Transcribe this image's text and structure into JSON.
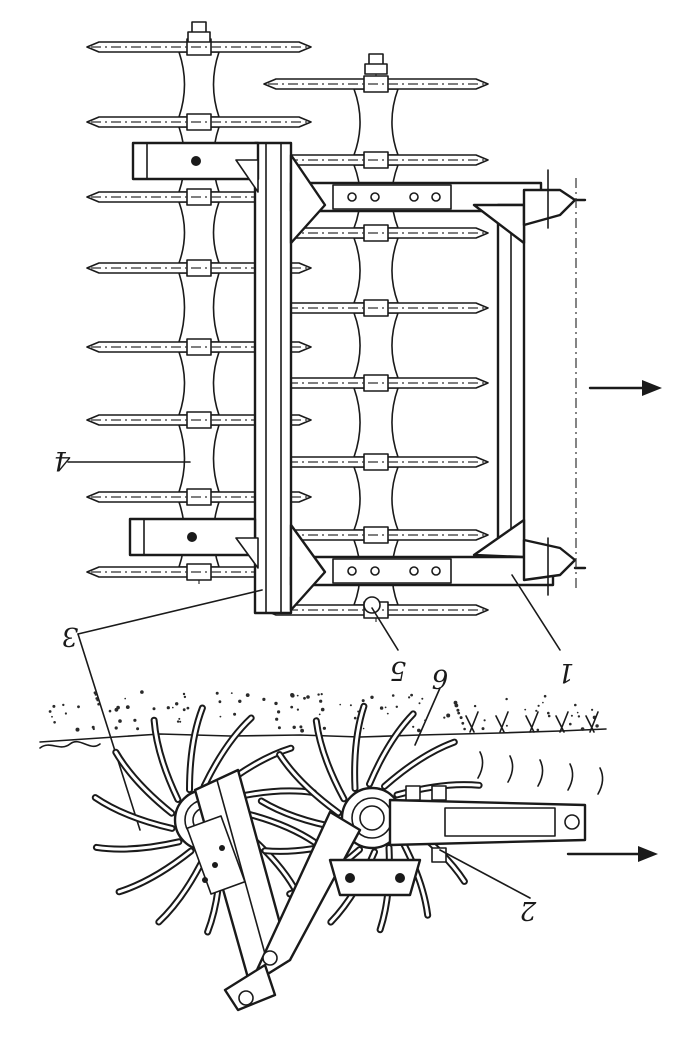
{
  "callouts": {
    "top_view": [
      "4",
      "3",
      "5",
      "1"
    ],
    "side_view": [
      "6",
      "2"
    ]
  }
}
